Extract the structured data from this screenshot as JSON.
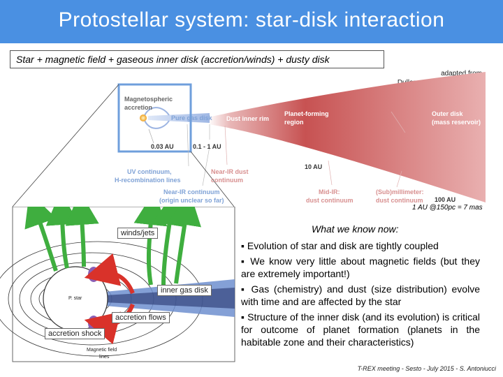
{
  "header": {
    "title": "Protostellar system: star-disk interaction"
  },
  "subtitle": "Star + magnetic field + gaseous inner disk (accretion/winds) + dusty disk",
  "credit": {
    "line1": "adapted from",
    "line2": "Dullemond & Monnier 2010"
  },
  "disk_diagram": {
    "magnetospheric_line1": "Magnetospheric",
    "magnetospheric_line2": "accretion",
    "pure_gas_disk": "Pure gas disk",
    "dust_inner_rim": "Dust inner rim",
    "planet_forming_line1": "Planet-forming",
    "planet_forming_line2": "region",
    "outer_disk_line1": "Outer disk",
    "outer_disk_line2": "(mass reservoir)",
    "au_003": "0.03 AU",
    "au_01_1": "0.1 - 1 AU",
    "au_10": "10 AU",
    "au_100": "100 AU",
    "uv_line1": "UV continuum,",
    "uv_line2": "H-recombination lines",
    "nearir_dust_line1": "Near-IR dust",
    "nearir_dust_line2": "continuum",
    "nearir_cont_line1": "Near-IR continuum",
    "nearir_cont_line2": "(origin unclear so far)",
    "midir_line1": "Mid-IR:",
    "midir_line2": "dust continuum",
    "submm_line1": "(Sub)millimeter:",
    "submm_line2": "dust continuum"
  },
  "scale_note": "1 AU @150pc = 7 mas",
  "magnetosphere": {
    "winds_jets": "winds/jets",
    "inner_gas_disk": "inner gas disk",
    "accretion_flows": "accretion flows",
    "accretion_shock": "accretion shock",
    "p_star": "P. star",
    "field_line1": "Magnetic field",
    "field_line2": "lines"
  },
  "knowledge": {
    "title": "What we know now:",
    "bullets": [
      "Evolution of star and disk are tightly coupled",
      "We know very little about magnetic fields (but they are extremely important!)",
      "Gas (chemistry) and dust (size distribution) evolve with time and are affected by the star",
      "Structure of the inner disk (and its evolution) is critical for outcome of planet formation (planets in the habitable zone and their characteristics)"
    ]
  },
  "footer": "T-REX meeting - Sesto - July 2015 - S. Antoniucci",
  "colors": {
    "header": "#4a90e2",
    "disk": "#c24a4a",
    "jets": "#3fae3f",
    "accretion": "#d9322a"
  }
}
